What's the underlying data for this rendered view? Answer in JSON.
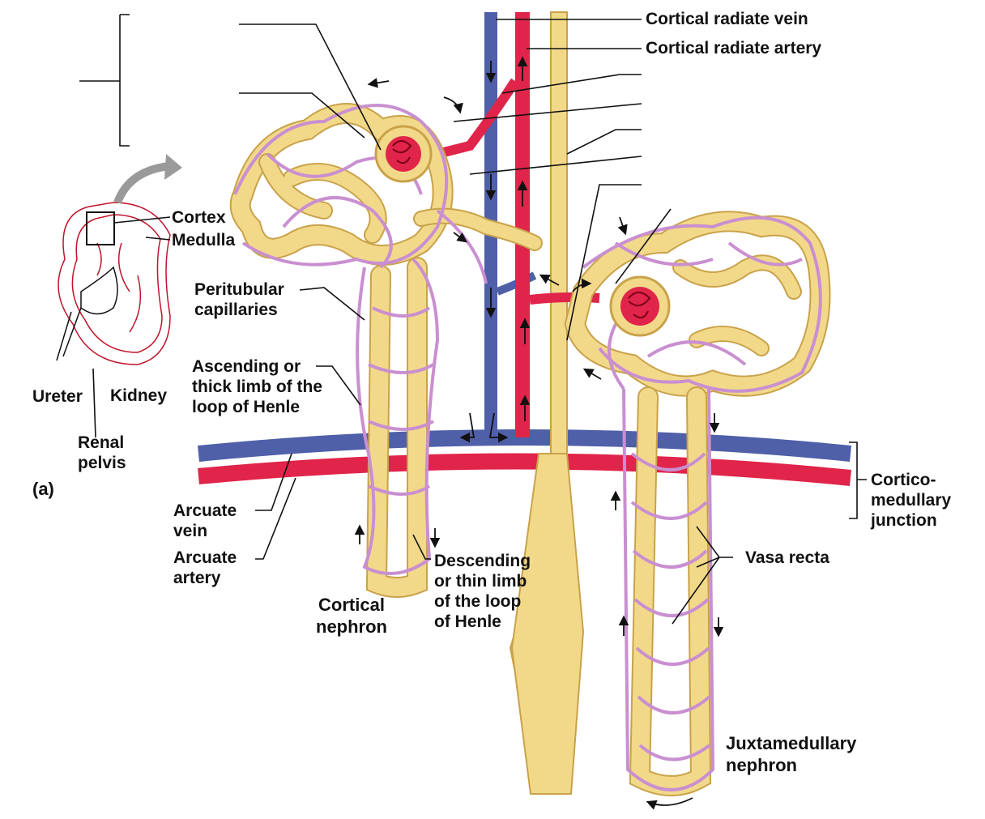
{
  "labels": {
    "cortical_radiate_vein": "Cortical radiate vein",
    "cortical_radiate_artery": "Cortical radiate artery",
    "cortex": "Cortex",
    "medulla": "Medulla",
    "peritubular_capillaries": "Peritubular\ncapillaries",
    "ascending_limb": "Ascending or\nthick limb of the\nloop of Henle",
    "ureter": "Ureter",
    "kidney": "Kidney",
    "renal_pelvis": "Renal\npelvis",
    "panel": "(a)",
    "arcuate_vein": "Arcuate\nvein",
    "arcuate_artery": "Arcuate\nartery",
    "cortical_nephron": "Cortical\nnephron",
    "descending_limb": "Descending\nor thin limb\nof the loop\nof Henle",
    "corticomedullary_junction": "Cortico-\nmedullary\njunction",
    "vasa_recta": "Vasa recta",
    "juxtamedullary_nephron": "Juxtamedullary\nnephron"
  },
  "colors": {
    "vein": "#4f5fa8",
    "artery": "#e0244a",
    "tubule": "#f2d98a",
    "tubule_edge": "#c9a24a",
    "capillary": "#c98fd0",
    "kidney_outline": "#c0142a"
  }
}
